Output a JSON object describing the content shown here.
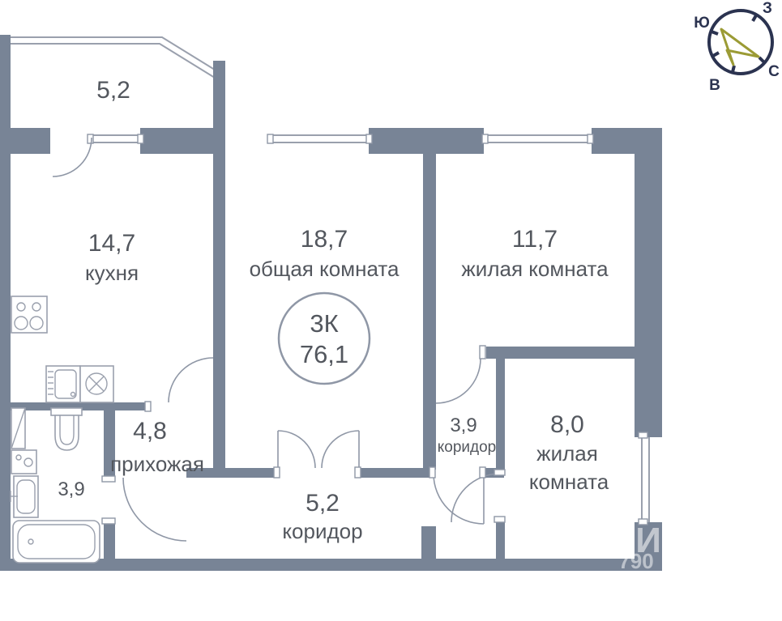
{
  "plan": {
    "badge": {
      "type": "3К",
      "total_area": "76,1"
    },
    "rooms": {
      "balcony": {
        "area": "5,2"
      },
      "kitchen": {
        "area": "14,7",
        "name": "кухня"
      },
      "common": {
        "area": "18,7",
        "name": "общая комната"
      },
      "living1": {
        "area": "11,7",
        "name": "жилая комната"
      },
      "hall": {
        "area": "4,8",
        "name": "прихожая"
      },
      "bath": {
        "area": "3,9"
      },
      "corridor_small": {
        "area": "3,9",
        "name": "коридор"
      },
      "living2": {
        "area": "8,0",
        "name_lines": [
          "жилая",
          "комната"
        ]
      },
      "corridor": {
        "area": "5,2",
        "name": "коридор"
      }
    },
    "compass": {
      "north": "С",
      "south": "Ю",
      "west": "З",
      "east": "В"
    },
    "watermark": {
      "fragment1": "И",
      "fragment2": "790"
    },
    "colors": {
      "wall": "#788496",
      "thin_line": "#9aa0ad",
      "text": "#53575e",
      "compass_navy": "#2b3350",
      "needle_olive": "#9b9b35"
    }
  }
}
